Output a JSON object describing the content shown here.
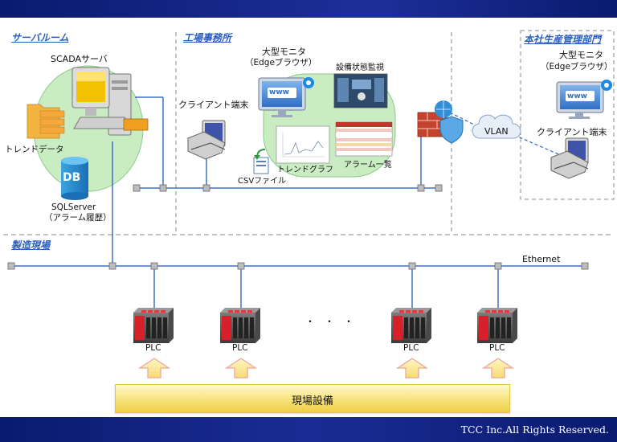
{
  "zones": {
    "server_room": "サーバルーム",
    "factory_office": "工場事務所",
    "hq_production": "本社生産管理部門",
    "manufacturing_site": "製造現場"
  },
  "nodes": {
    "scada_server": "SCADAサーバ",
    "trend_data": "トレンドデータ",
    "db_badge": "DB",
    "sql_server": "SQLServer",
    "alarm_history": "（アラーム履歴）",
    "large_monitor_office": "大型モニタ",
    "edge_browser_office": "（Edgeブラウザ）",
    "equipment_monitoring": "設備状態監視",
    "client_terminal_office": "クライアント端末",
    "csv_file": "CSVファイル",
    "trend_graph": "トレンドグラフ",
    "alarm_list": "アラーム一覧",
    "vlan": "VLAN",
    "large_monitor_hq": "大型モニタ",
    "edge_browser_hq": "（Edgeブラウザ）",
    "client_terminal_hq": "クライアント端末",
    "www_label": "www",
    "ethernet": "Ethernet",
    "ellipsis": "・　・　・",
    "field_equipment": "現場設備"
  },
  "plcs": [
    {
      "label": "PLC"
    },
    {
      "label": "PLC"
    },
    {
      "label": "PLC"
    },
    {
      "label": "PLC"
    }
  ],
  "footer": {
    "copyright": "TCC Inc.All Rights Reserved."
  },
  "colors": {
    "header_bar": "#1d2f9a",
    "zone_title": "#2a5fc0",
    "green_bubble": "#c9ecc3",
    "network_line": "#3a72c8",
    "plc_red": "#d8202a",
    "banner_yellow": "#f7e27a",
    "vlan_cloud": "#e6eef8"
  }
}
